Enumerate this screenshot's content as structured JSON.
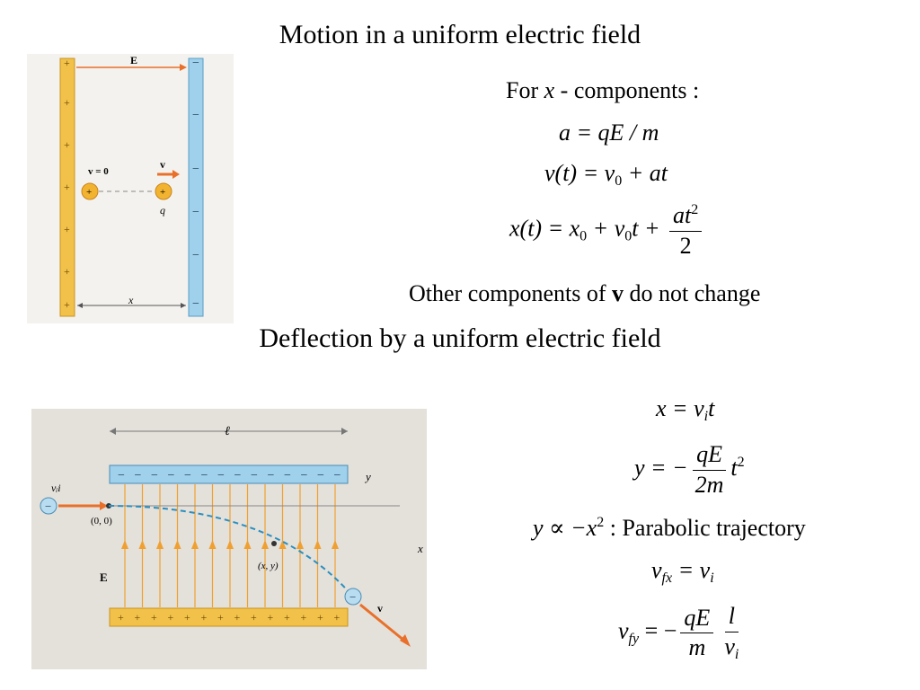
{
  "slide": {
    "title_top": "Motion in a uniform electric field",
    "title_bottom": "Deflection by a uniform electric field"
  },
  "top_equations": {
    "heading_prefix": "For",
    "heading_var": "x",
    "heading_suffix": "- components :",
    "accel_lhs": "a",
    "accel_rhs": "= qE / m",
    "vel_lhs": "v(t)",
    "vel_rhs_1": "= v",
    "vel_sub": "0",
    "vel_rhs_2": "+ at",
    "pos_lhs": "x(t) = x",
    "pos_sub": "0",
    "pos_mid": "+ v",
    "pos_sub2": "0",
    "pos_mid2": "t +",
    "pos_num": "at",
    "pos_num_sup": "2",
    "pos_den": "2",
    "other_prefix": "Other components of",
    "other_bold": "v",
    "other_suffix": "do not change"
  },
  "bottom_equations": {
    "x_lhs": "x = v",
    "x_sub": "i",
    "x_tail": "t",
    "y_lhs": "y = −",
    "y_num": "qE",
    "y_den": "2m",
    "y_tail": "t",
    "y_tail_sup": "2",
    "prop_lhs": "y ∝ −x",
    "prop_sup": "2",
    "prop_colon": ":",
    "prop_text": "Parabolic trajectory",
    "vfx_lhs": "v",
    "vfx_sub": "fx",
    "vfx_rhs": "= v",
    "vfx_rhs_sub": "i",
    "vfy_lhs": "v",
    "vfy_sub": "fy",
    "vfy_eq": "= −",
    "vfy_num1": "qE",
    "vfy_den1": "m",
    "vfy_num2": "l",
    "vfy_den2": "v",
    "vfy_den2_sub": "i"
  },
  "figure_top": {
    "field_label": "E",
    "v0_label": "v = 0",
    "v_label": "v",
    "charge_label": "q",
    "distance_label": "x",
    "plus_sign": "+",
    "minus_sign": "−",
    "plate_pos_color": "#f2c14a",
    "plate_neg_color": "#9fd0ec",
    "arrow_color": "#e8702a"
  },
  "figure_bottom": {
    "length_label": "ℓ",
    "vi_label": "vᵢi",
    "origin_label": "(0, 0)",
    "point_label": "(x, y)",
    "y_axis_label": "y",
    "x_axis_label": "x",
    "field_label": "E",
    "v_label": "v",
    "plus_sign": "+",
    "minus_sign": "−",
    "bg_color": "#e4e0da",
    "field_line_color": "#f0a030",
    "trajectory_color": "#2a8fc0"
  }
}
